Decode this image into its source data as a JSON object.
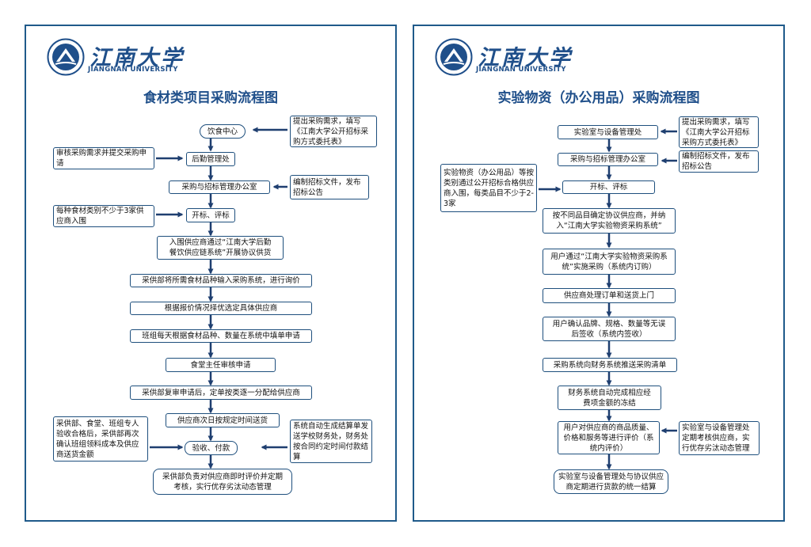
{
  "university": {
    "name_cn": "江南大学",
    "name_en": "JIANGNAN UNIVERSITY"
  },
  "colors": {
    "frame": "#1f5a8a",
    "title": "#1f4f8a",
    "arrow": "#1f3f70",
    "box_border": "#1e4f7d"
  },
  "left": {
    "title": "食材类项目采购流程图",
    "main": [
      "饮食中心",
      "后勤管理处",
      "采购与招标管理办公室",
      "开标、评标",
      "入围供应商通过“江南大学后勤餐饮供应链系统”开展协议供货",
      "采供部将所需食材品种输入采购系统，进行询价",
      "根据报价情况择优选定具体供应商",
      "班组每天根据食材品种、数量在系统中填单申请",
      "食堂主任审核申请",
      "采供部复审申请后，定单按类逐一分配给供应商",
      "供应商次日按规定时间送货",
      "验收、付款",
      "采供部负责对供应商即时评价并定期考核，实行优存劣汰动态管理"
    ],
    "side": [
      "提出采购需求，填写《江南大学公开招标采购方式委托表》",
      "审核采购需求并提交采购申请",
      "编制招标文件，发布招标公告",
      "每种食材类别不少于3家供应商入围",
      "采供部、食堂、班组专人验收合格后，采供部再次确认班组领料成本及供应商送货金额",
      "系统自动生成结算单发送学校财务处，财务处按合同约定时间付款结算"
    ]
  },
  "right": {
    "title": "实验物资（办公用品）采购流程图",
    "main": [
      "实验室与设备管理处",
      "采购与招标管理办公室",
      "开标、评标",
      "按不同品目确定协议供应商，并纳入“江南大学实验物资采购系统”",
      "用户通过“江南大学实验物资采购系统”实施采购（系统内订购）",
      "供应商处理订单和送货上门",
      "用户确认品牌、规格、数量等无误后签收（系统内签收）",
      "采购系统向财务系统推送采购清单",
      "财务系统自动完成相应经费项金额的冻结",
      "用户对供应商的商品质量、价格和服务等进行评价（系统内评价）",
      "实验室与设备管理处与协议供应商定期进行货款的统一结算"
    ],
    "side": [
      "提出采购需求，填写《江南大学公开招标采购方式委托表》",
      "编制招标文件，发布招标公告",
      "实验物资（办公用品）等按类别通过公开招标合格供应商入围，每类品目不少于2-3家",
      "实验室与设备管理处定期考核供应商，实行优存劣汰动态管理"
    ]
  }
}
